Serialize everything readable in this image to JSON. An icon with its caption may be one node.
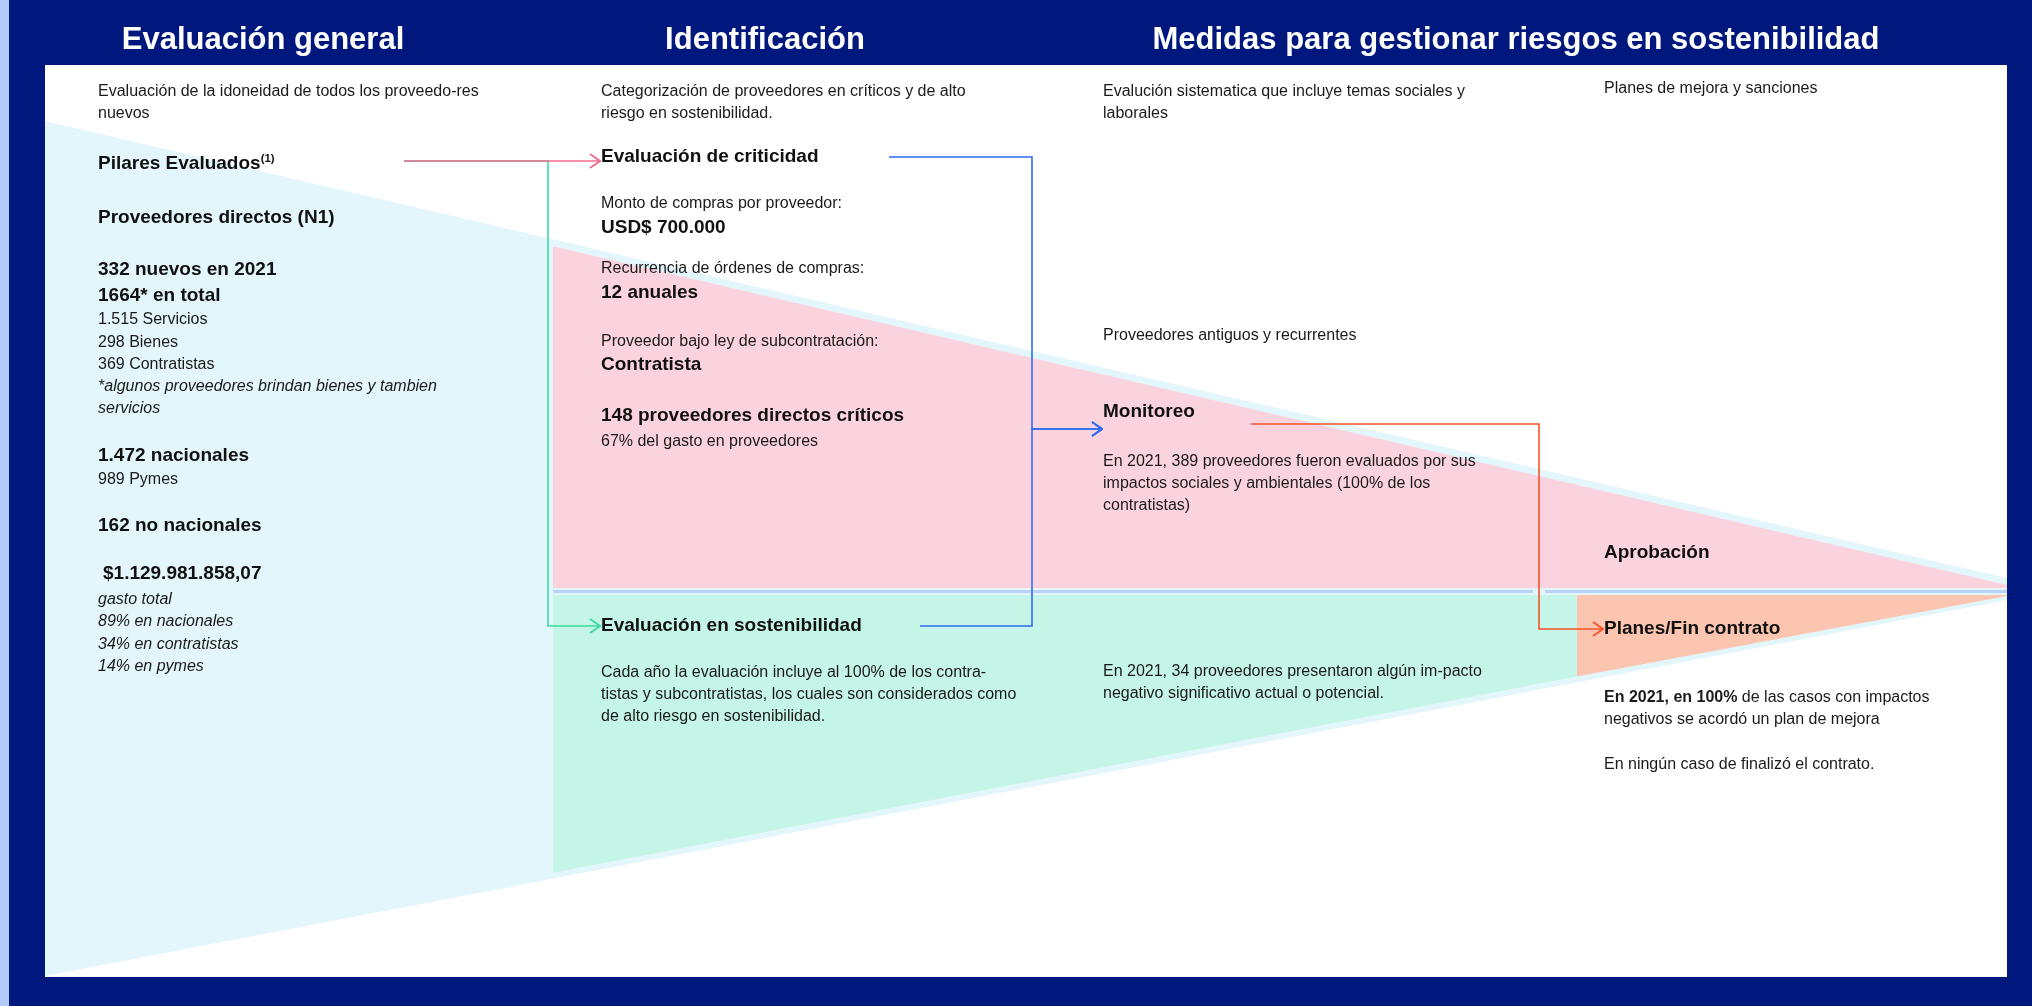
{
  "diagram": {
    "nodes": [
      {
        "text": [
          "Pilares Evaluados$^{(1)}$"
        ]
      },
      {
        "text": [
          "Evaluación de criticidad"
        ]
      },
      {
        "text": [
          "Evaluación en sostenibilidad"
        ]
      },
      {
        "text": [
          "Monitoreo"
        ]
      },
      {
        "text": [
          "Planes/Fin contrato"
        ]
      }
    ],
    "edges": [
      {
        "from": 0,
        "to": 2,
        "arrow": "to",
        "color": "#3ddba0"
      },
      {
        "from": 0,
        "to": 1,
        "arrow": "to",
        "color": "#f06b8f"
      },
      {
        "from": 1,
        "to": 3,
        "arrow": "to"
      },
      {
        "from": 2,
        "to": 3,
        "arrow": "to"
      },
      {
        "from": 3,
        "to": 4,
        "arrow": "to",
        "color": "#f5532a"
      }
    ],
    "labels": [
      "Evaluación general",
      "Identificación",
      "Medidas para gestionar riesgos en sostenibilidad",
      "Evaluación de la idoneidad de todos los proveedo-res nuevos",
      "Proveedores directos (N1)",
      "332 nuevos en 2021",
      "1664* en total",
      "1.515 Servicios",
      "298 Bienes",
      "369 Contratistas",
      "*algunos proveedores brindan bienes y tambien servicios",
      "1.472 nacionales",
      "989 Pymes",
      "162 no nacionales",
      "$1.129.981.858,07",
      "gasto total",
      "89% en nacionales",
      "34% en contratistas",
      "14% en pymes",
      "Categorización de proveedores en críticos y de alto riesgo en sostenibilidad.",
      "Monto de compras por proveedor:",
      "USD$ 700.000",
      "Recurrencia de órdenes de compras:",
      "12 anuales",
      "Proveedor bajo ley de subcontratación:",
      "Contratista",
      "148 proveedores directos críticos",
      "67% del gasto en proveedores",
      "Cada año la evaluación incluye al 100% de los contra-tistas y subcontratistas, los cuales son considerados como de alto riesgo en sostenibilidad.",
      "Evalución sistematica que incluye temas sociales y laborales",
      "Proveedores antiguos y recurrentes",
      "En 2021, 389 proveedores fueron evaluados por sus impactos sociales y ambientales (100% de los contratistas)",
      "En 2021, 34 proveedores presentaron algún im-pacto negativo significativo actual o potencial.",
      "Planes de mejora y sanciones",
      "Aprobación",
      "**En 2021, en 100%** de las casos con impactos negativos se acordó un plan de mejora",
      "En ningún caso de finalizó el contrato."
    ]
  }
}
